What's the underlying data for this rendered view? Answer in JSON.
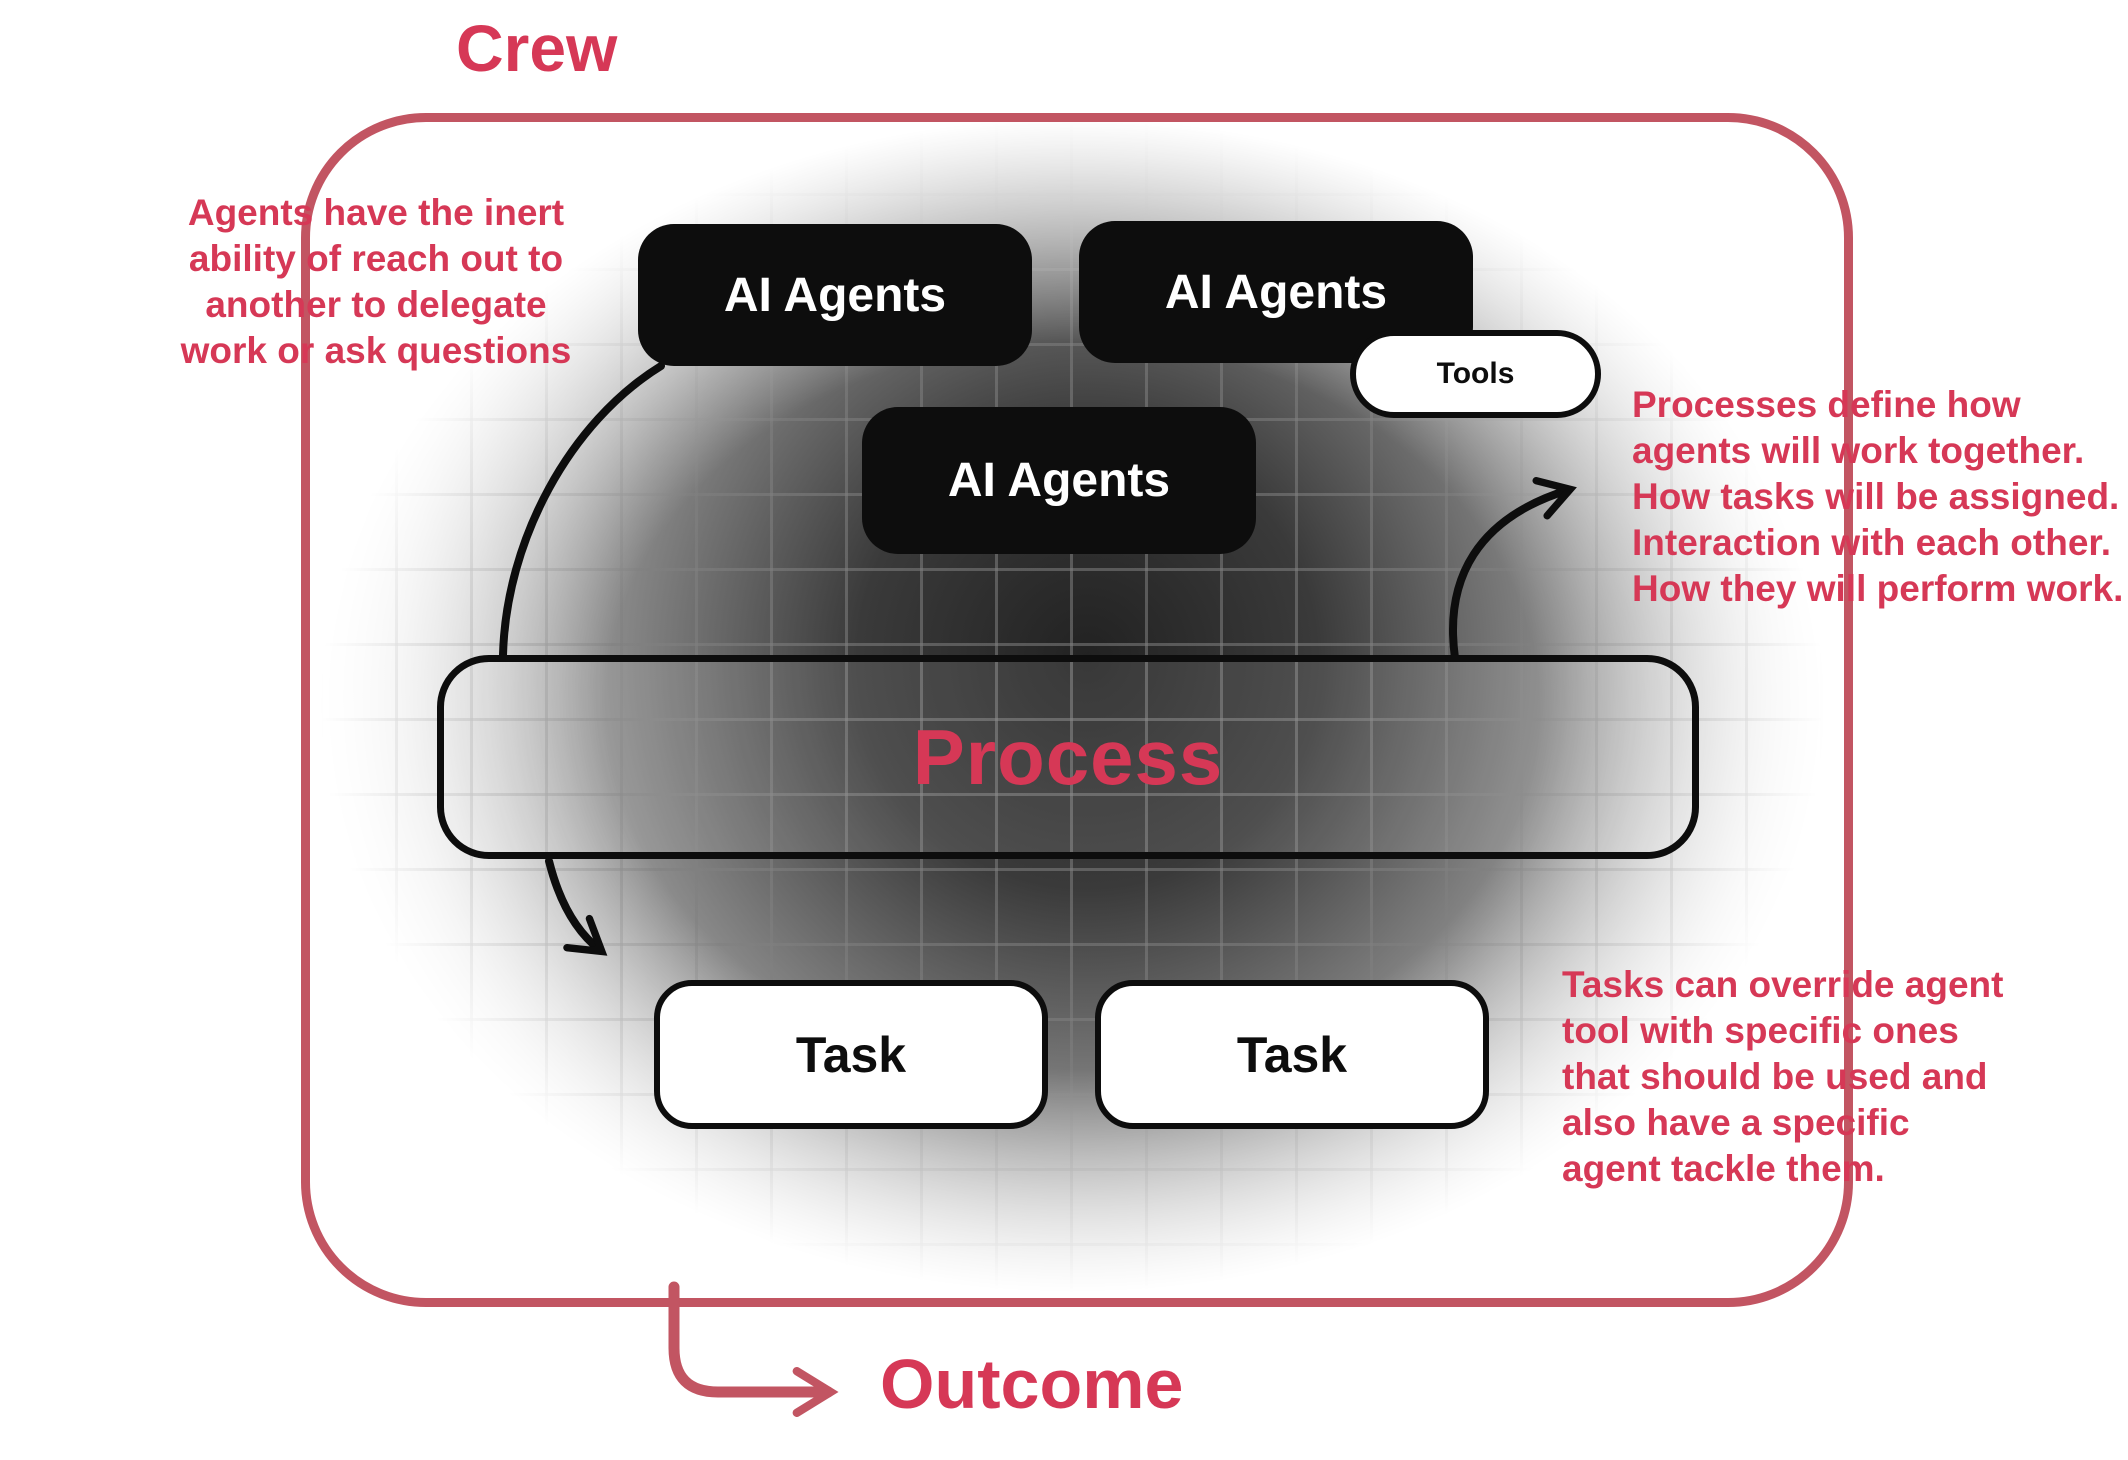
{
  "title": "Crew",
  "outcome": "Outcome",
  "nodes": {
    "agent1": "AI Agents",
    "agent2": "AI Agents",
    "agent3": "AI Agents",
    "tools": "Tools",
    "process": "Process",
    "task1": "Task",
    "task2": "Task"
  },
  "annotations": {
    "agents_note": "Agents have the inert\nability of reach out to\nanother to delegate\nwork or ask questions",
    "process_note": "Processes define how\nagents will work together.\nHow tasks will be assigned.\nInteraction with each other.\nHow they will perform work.",
    "tasks_note": "Tasks can override agent\ntool with specific ones\nthat should be used and\nalso have a specific\nagent tackle them."
  },
  "colors": {
    "accent": "#d63856",
    "border": "#c25562",
    "node_black": "#0d0d0d"
  }
}
